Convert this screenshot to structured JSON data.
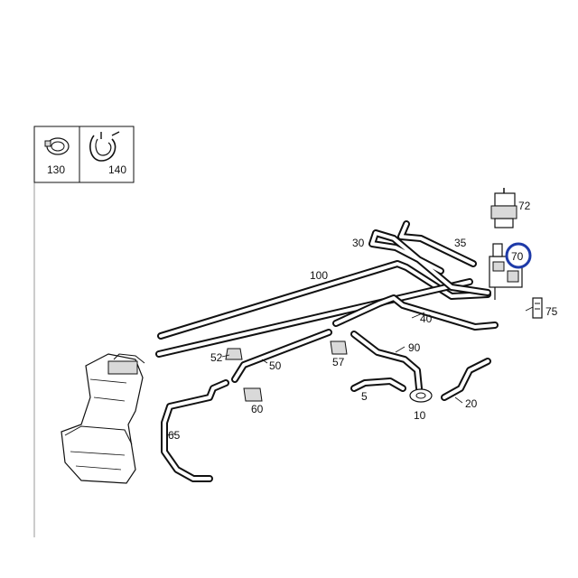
{
  "inset": {
    "items": [
      {
        "number": "130",
        "icon": "hose-clamp-band-icon"
      },
      {
        "number": "140",
        "icon": "hose-clamp-wire-icon"
      }
    ]
  },
  "callouts": [
    {
      "key": "p72",
      "text": "72"
    },
    {
      "key": "p30",
      "text": "30"
    },
    {
      "key": "p35",
      "text": "35"
    },
    {
      "key": "p70",
      "text": "70",
      "highlighted": true
    },
    {
      "key": "p100",
      "text": "100"
    },
    {
      "key": "p75",
      "text": "75"
    },
    {
      "key": "p40",
      "text": "40"
    },
    {
      "key": "p90",
      "text": "90"
    },
    {
      "key": "p52",
      "text": "52"
    },
    {
      "key": "p50",
      "text": "50"
    },
    {
      "key": "p57",
      "text": "57"
    },
    {
      "key": "p5",
      "text": "5"
    },
    {
      "key": "p10",
      "text": "10"
    },
    {
      "key": "p20",
      "text": "20"
    },
    {
      "key": "p60",
      "text": "60"
    },
    {
      "key": "p65",
      "text": "65"
    }
  ],
  "colors": {
    "highlight": "#1e3aa8",
    "line": "#111111",
    "frame": "#999999"
  }
}
